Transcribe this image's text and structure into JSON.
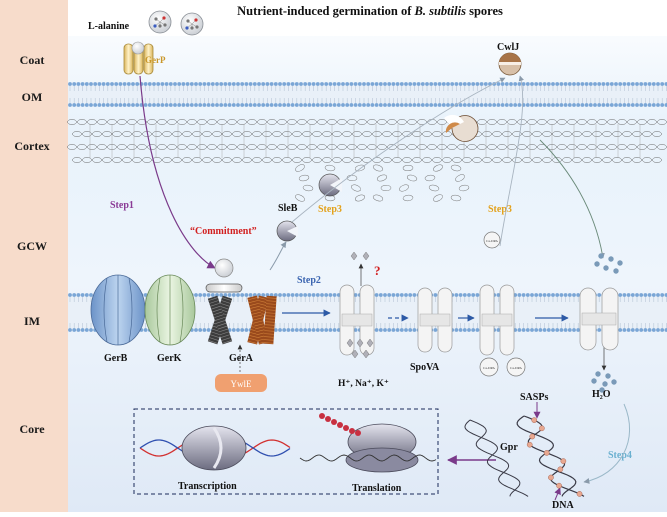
{
  "title": {
    "prefix": "Nutrient-induced germination of ",
    "species": "B. subtilis",
    "suffix": " spores"
  },
  "layers": [
    {
      "label": "Coat"
    },
    {
      "label": "OM"
    },
    {
      "label": "Cortex"
    },
    {
      "label": "GCW"
    },
    {
      "label": "IM"
    },
    {
      "label": "Core"
    }
  ],
  "labels": {
    "l_alanine": "L-alanine",
    "gerp": "GerP",
    "cwlj": "CwlJ",
    "sleb": "SleB",
    "commitment": "“Commitment”",
    "step1": "Step1",
    "step2": "Step2",
    "step3_left": "Step3",
    "step3_right": "Step3",
    "step4": "Step4",
    "question_mark": "?",
    "gerb": "GerB",
    "gerk": "GerK",
    "gera": "GerA",
    "ywle": "YwlE",
    "ions": "H⁺, Na⁺, K⁺",
    "spova": "SpoVA",
    "water": "H₂O",
    "sasps": "SASPs",
    "gpr": "Gpr",
    "dna": "DNA",
    "transcription": "Transcription",
    "translation": "Translation",
    "ca_dpa": "Ca-DPA"
  },
  "colors": {
    "layer_label_bg": "#f7dccb",
    "membrane_head": "#7aa6d6",
    "step_purple": "#8a3a96",
    "step_blue": "#3a64b0",
    "step_yellow": "#e3a11a",
    "step_cyan": "#6ab0d0",
    "commitment_red": "#d22020",
    "ywle_fill": "#f0a070",
    "dna_red": "#d23030",
    "dna_blue": "#3050b0"
  }
}
